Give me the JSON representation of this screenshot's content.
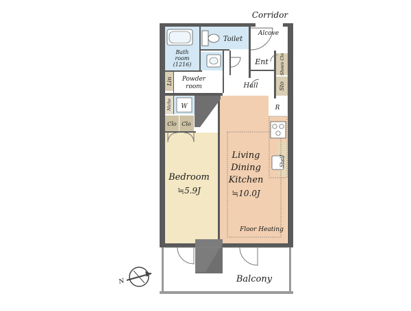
{
  "labels": {
    "corridor": "Corridor",
    "alcove": "Alcove",
    "toilet": "Toilet",
    "bathroom_1": "Bath",
    "bathroom_2": "room",
    "bathroom_3": "(1216)",
    "entrance": "Ent",
    "shoes_closet": "Shoes Clo",
    "powder_1": "Powder",
    "powder_2": "room",
    "linen": "Lin",
    "hall": "Hall",
    "storage": "Sto",
    "niche": "Niche",
    "washer": "W",
    "refrigerator": "R",
    "closet_1": "Clo",
    "closet_2": "Clo",
    "shelf": "Shelf",
    "ldk_1": "Living",
    "ldk_2": "Dining",
    "ldk_3": "Kitchen",
    "ldk_size": "≒10.0J",
    "bedroom": "Bedroom",
    "bedroom_size": "≒5.9J",
    "floor_heating": "Floor Heating",
    "balcony": "Balcony",
    "north": "N"
  },
  "colors": {
    "wall": "#5a5a5a",
    "wood_floor": "#f3e7c4",
    "ldk_floor": "#f1cfb0",
    "wet_area": "#d3e8f4",
    "storage": "#d9cdb3",
    "closet": "#ccc1a3",
    "column": "#6f6f6f"
  },
  "icons": [
    "bathtub-icon",
    "toilet-icon",
    "sink-icon",
    "washer-icon",
    "stove-icon",
    "compass-icon"
  ]
}
